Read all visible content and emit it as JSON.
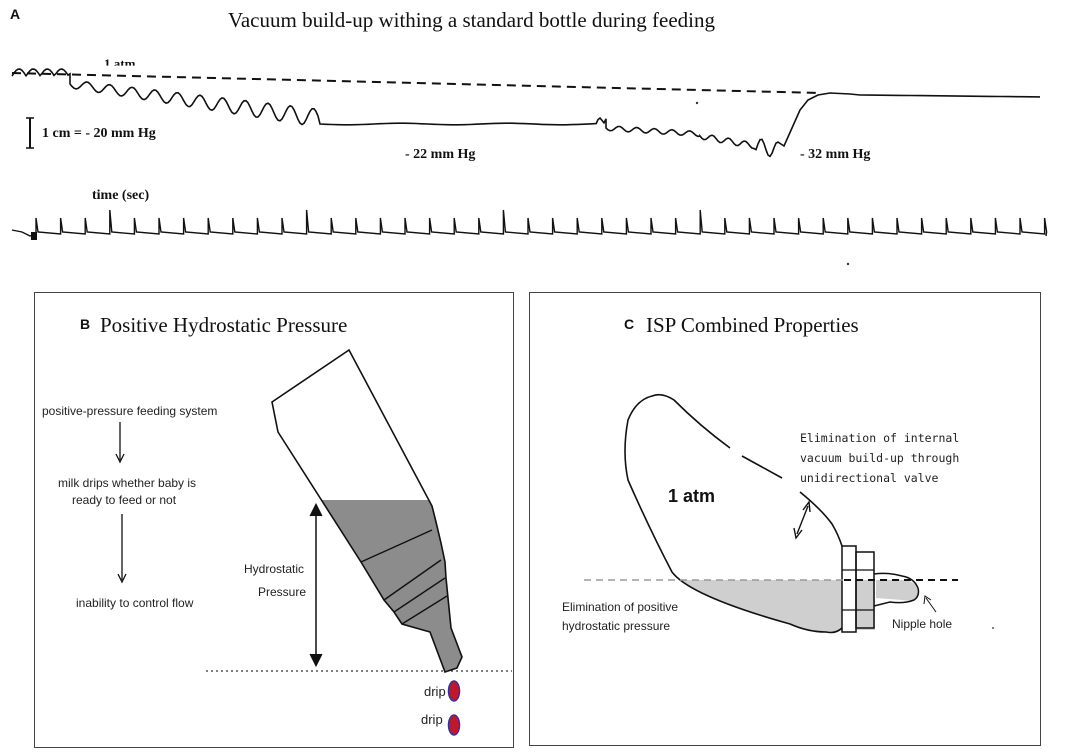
{
  "panel_a": {
    "letter": "A",
    "title": "Vacuum  build-up withing a standard bottle during feeding",
    "baseline_label": "1 atm",
    "scale_label": "1 cm = - 20 mm Hg",
    "pressure_label_1": "- 22 mm Hg",
    "pressure_label_2": "- 32 mm Hg",
    "time_label": "time (sec)"
  },
  "panel_b": {
    "letter": "B",
    "title": "Positive Hydrostatic Pressure",
    "flow_steps": [
      "positive-pressure feeding system",
      "milk drips whether baby is",
      "ready to feed or not",
      "inability to control flow"
    ],
    "hydrostatic_label_line1": "Hydrostatic",
    "hydrostatic_label_line2": "Pressure",
    "drip_labels": [
      "drip",
      "drip"
    ],
    "colors": {
      "milk": "#8c8c8c",
      "drip": "#c0182b",
      "drip_edge": "#3a2fa0"
    }
  },
  "panel_c": {
    "letter": "C",
    "title": "ISP Combined Properties",
    "pressure_label": "1 atm",
    "valve_note_lines": [
      "Elimination of internal",
      "vacuum build-up through",
      "unidirectional valve"
    ],
    "hydro_note_lines": [
      "Elimination of positive",
      "hydrostatic pressure"
    ],
    "nipple_label": "Nipple hole",
    "colors": {
      "milk": "#cfcfcf"
    }
  }
}
